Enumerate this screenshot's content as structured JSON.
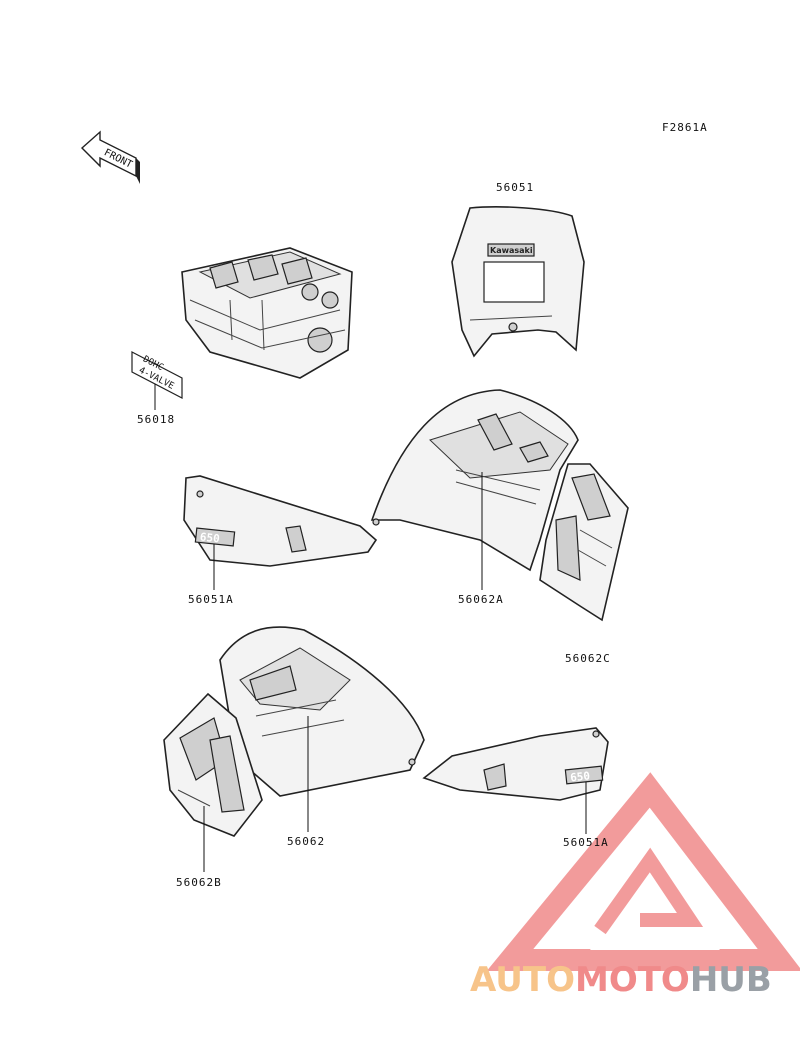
{
  "diagram": {
    "figure_code": "F2861A",
    "front_label": "FRONT",
    "labels": {
      "p56051": "56051",
      "p56018": "56018",
      "p56051A_left": "56051A",
      "p56062A": "56062A",
      "p56062C": "56062C",
      "p56062": "56062",
      "p56062B": "56062B",
      "p56051A_right": "56051A"
    },
    "decal_text": {
      "dohc": "DOHC",
      "valve": "4-VALVE",
      "brand": "Kawasaki",
      "model_left": "650",
      "model_right": "650"
    }
  },
  "watermark": {
    "part1": "AUTO",
    "part2": "MOTO",
    "part3": "HUB",
    "colors": {
      "auto": "#f7c48a",
      "moto": "#f08a8a",
      "hub": "#9aa0a6",
      "triangle": "#f08a8a"
    }
  }
}
